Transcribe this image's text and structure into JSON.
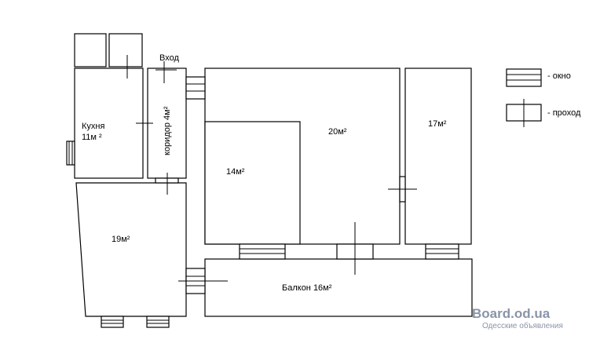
{
  "entrance_label": "Вход",
  "rooms": {
    "kitchen": {
      "name": "Кухня",
      "area": "11м ²"
    },
    "corridor": {
      "label": "коридор 4м²"
    },
    "room_20": {
      "area": "20м²"
    },
    "room_14": {
      "area": "14м²"
    },
    "room_17": {
      "area": "17м²"
    },
    "room_19": {
      "area": "19м²"
    },
    "balcony": {
      "label": "Балкон 16м²"
    }
  },
  "legend": {
    "window": "- окно",
    "passage": "- проход"
  },
  "watermark": {
    "site": "Board.od.ua",
    "tagline": "Одесские объявления"
  },
  "colors": {
    "lines": "#000000",
    "watermark": "#8a94a8"
  }
}
